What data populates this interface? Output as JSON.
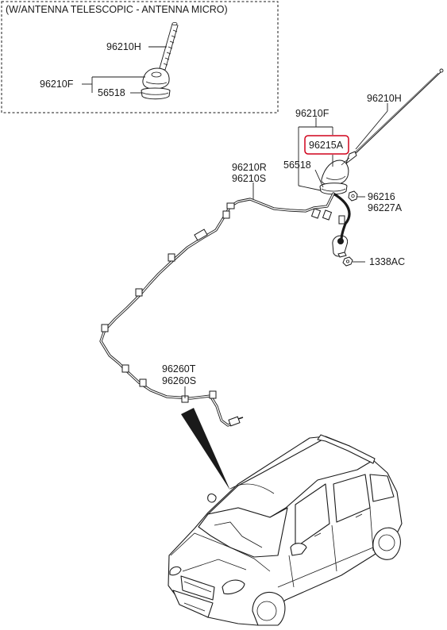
{
  "inset": {
    "title": "(W/ANTENNA TELESCOPIC - ANTENNA MICRO)",
    "labels": {
      "rod": "96210H",
      "assy": "96210F",
      "pad": "56518"
    }
  },
  "main": {
    "labels": {
      "assy": "96210F",
      "rod": "96210H",
      "base": "96215A",
      "pad": "56518",
      "cable_r": "96210R",
      "cable_s": "96210S",
      "nut": "96216",
      "nut_alt": "96227A",
      "bolt": "1338AC",
      "ext_t": "96260T",
      "ext_s": "96260S"
    },
    "highlight_color": "#d0021b"
  }
}
